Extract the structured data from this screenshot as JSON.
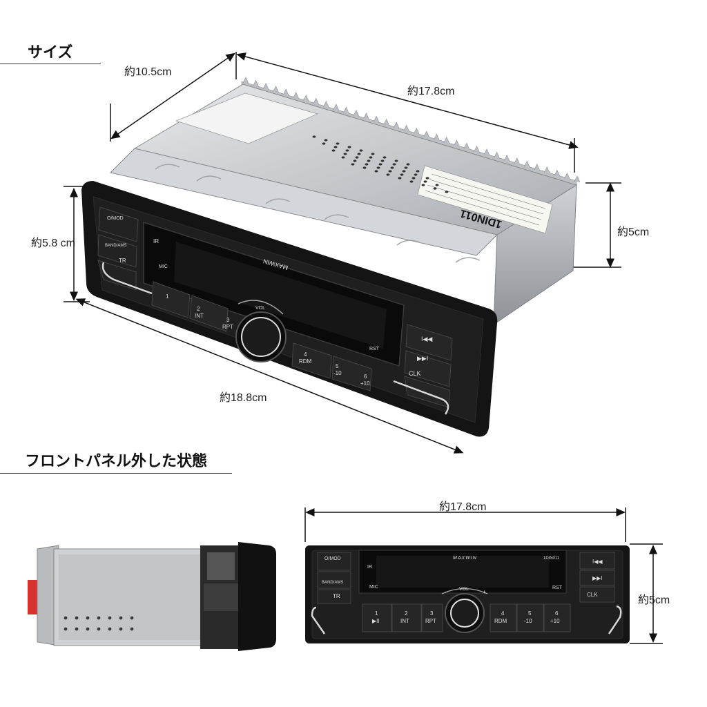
{
  "sections": {
    "size_heading": "サイズ",
    "front_panel_heading": "フロントパネル外した状態"
  },
  "dimensions": {
    "depth": "約10.5cm",
    "width_top": "約17.8cm",
    "height_left": "約5.8 cm",
    "height_right": "約5cm",
    "front_width": "約18.8cm",
    "bottom_width": "約17.8cm",
    "bottom_height": "約5cm"
  },
  "unit_labels": {
    "model": "1DIN011",
    "brand": "MAXWIN",
    "mode": "O/MOD",
    "band": "BAND/AMS",
    "tr": "TR",
    "ir": "IR",
    "mic": "MIC",
    "vol": "VOL",
    "rst": "RST",
    "clk": "CLK",
    "btn1": "1",
    "btn2": "2",
    "btn3": "3",
    "btn4": "4",
    "btn5": "5",
    "btn6": "6",
    "int": "INT",
    "rpt": "RPT",
    "rdm": "RDM",
    "minus10": "-10",
    "plus10": "+10",
    "play_pause": "▶II",
    "prev": "I◀◀",
    "next": "▶▶I",
    "vol_minus": "−",
    "vol_plus": "+"
  },
  "colors": {
    "panel": "#1a1a1a",
    "chassis": "#c9ccd0",
    "accent_red": "#d8312f"
  },
  "icons": [
    "phone-icon",
    "speaker-icon",
    "arrow-dimension-icon"
  ]
}
